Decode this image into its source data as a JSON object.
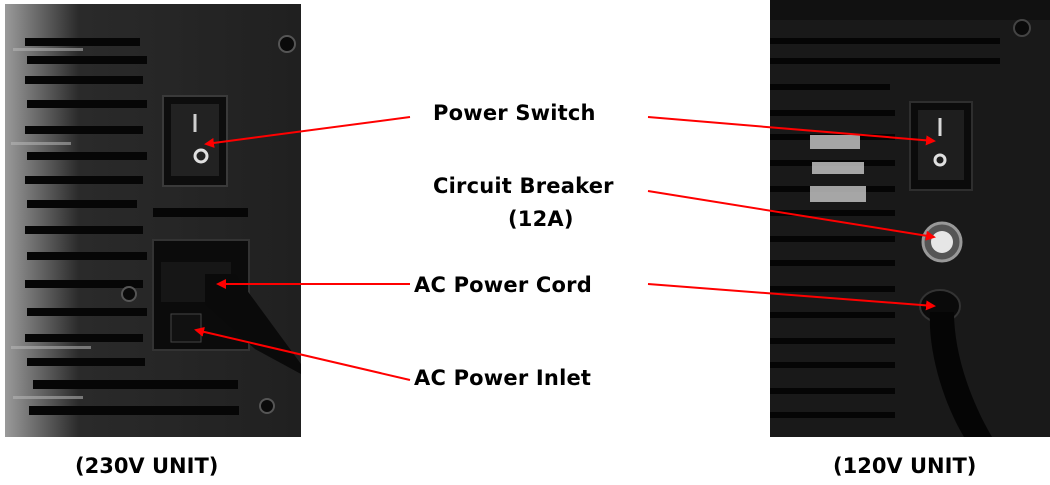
{
  "labels": {
    "power_switch": "Power Switch",
    "circuit_breaker_line1": "Circuit Breaker",
    "circuit_breaker_line2": "(12A)",
    "ac_power_cord": "AC Power Cord",
    "ac_power_inlet": "AC Power Inlet"
  },
  "captions": {
    "left_unit": "(230V UNIT)",
    "right_unit": "(120V UNIT)"
  },
  "colors": {
    "arrow": "#ff0000",
    "chassis": "#1c1c1c",
    "vent_dark": "#050505",
    "vent_light": "#bdbdbd"
  },
  "images": {
    "left": "230V unit rear panel photo",
    "right": "120V unit rear panel photo"
  }
}
